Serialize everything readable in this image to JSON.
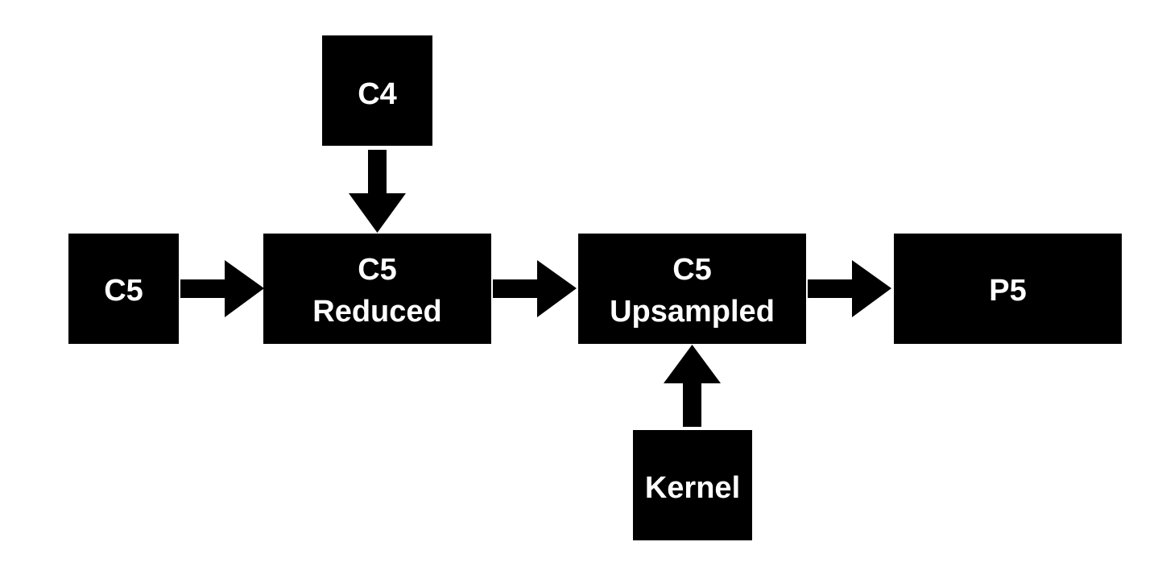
{
  "diagram": {
    "colors": {
      "box_fill": "#000000",
      "text": "#ffffff",
      "arrow": "#000000",
      "background": "#ffffff"
    },
    "nodes": {
      "c5": {
        "lines": [
          "C5"
        ]
      },
      "c4": {
        "lines": [
          "C4"
        ]
      },
      "c5_reduced": {
        "lines": [
          "C5",
          "Reduced"
        ]
      },
      "c5_upsampled": {
        "lines": [
          "C5",
          "Upsampled"
        ]
      },
      "kernel": {
        "lines": [
          "Kernel"
        ]
      },
      "p5": {
        "lines": [
          "P5"
        ]
      }
    },
    "edges": [
      {
        "from": "C5",
        "to": "C5 Reduced"
      },
      {
        "from": "C4",
        "to": "C5 Reduced"
      },
      {
        "from": "C5 Reduced",
        "to": "C5 Upsampled"
      },
      {
        "from": "Kernel",
        "to": "C5 Upsampled"
      },
      {
        "from": "C5 Upsampled",
        "to": "P5"
      }
    ]
  }
}
